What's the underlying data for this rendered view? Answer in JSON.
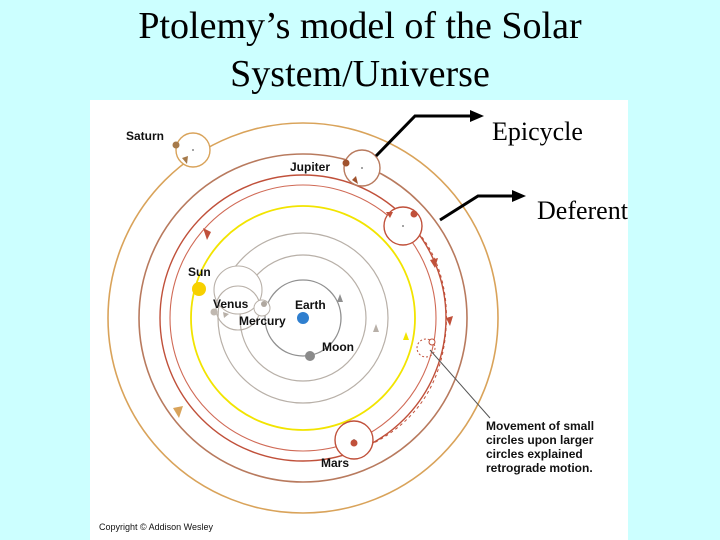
{
  "title": {
    "line1": "Ptolemy’s model of the Solar",
    "line2": "System/Universe"
  },
  "callouts": {
    "epicycle": "Epicycle",
    "deferent": "Deferent"
  },
  "diagram": {
    "labels": {
      "saturn": "Saturn",
      "jupiter": "Jupiter",
      "sun": "Sun",
      "venus": "Venus",
      "mercury": "Mercury",
      "earth": "Earth",
      "moon": "Moon",
      "mars": "Mars"
    },
    "note": [
      "Movement of small",
      "circles upon larger",
      "circles explained",
      "retrograde motion."
    ],
    "copyright": "Copyright © Addison Wesley"
  },
  "colors": {
    "background": "#ccffff",
    "saturn_orbit": "#d9a35a",
    "jupiter_orbit": "#b87a5e",
    "mars_orbit": "#c0503a",
    "sun_orbit": "#f2e400",
    "inner_orbit": "#b8b0a8",
    "earth": "#2f7fcf",
    "sun": "#f7d000"
  }
}
